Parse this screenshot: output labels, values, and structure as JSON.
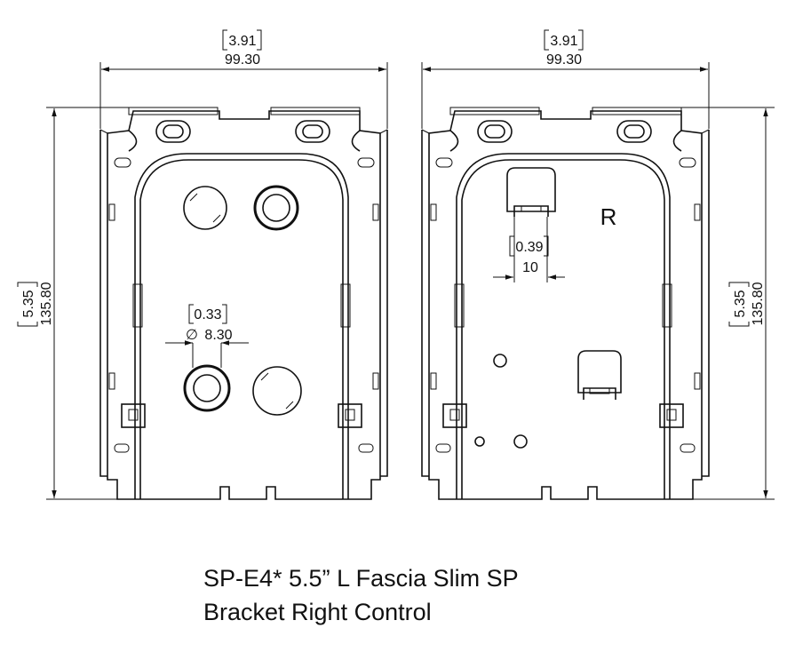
{
  "caption": {
    "line1": "SP-E4* 5.5” L Fascia Slim SP",
    "line2": "Bracket Right Control"
  },
  "left_view": {
    "width_in": "3.91",
    "width_mm": "99.30",
    "height_in": "5.35",
    "height_mm": "135.80",
    "hole_dia_in": "0.33",
    "hole_dia_symbol": "∅",
    "hole_dia_mm": "8.30"
  },
  "right_view": {
    "width_in": "3.91",
    "width_mm": "99.30",
    "height_in": "5.35",
    "height_mm": "135.80",
    "slot_width_in": "0.39",
    "slot_width_mm": "10",
    "side_mark": "R"
  }
}
